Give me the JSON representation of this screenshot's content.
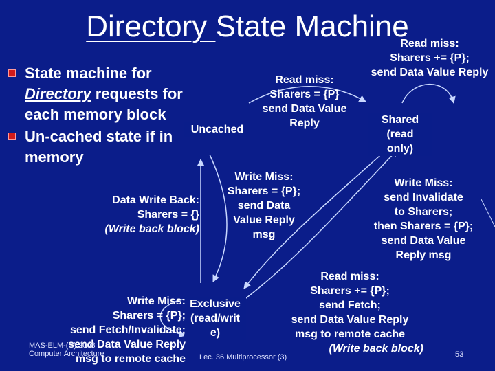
{
  "slide": {
    "title_part1": "Directory ",
    "title_part2": "State Machine",
    "page_number": "53",
    "footer_left_line1": "MAS-ELM-(C) 2008",
    "footer_left_line2": "Computer Architecture",
    "footer_center": "Lec. 36 Multiprocessor (3)"
  },
  "bullets": [
    {
      "pre": "State machine for ",
      "em": "Directory",
      "post": " requests for each memory block"
    },
    {
      "pre": "Un-cached state if in memory",
      "em": "",
      "post": ""
    }
  ],
  "states": {
    "uncached": "Uncached",
    "shared": [
      "Shared",
      "(read",
      "only)"
    ],
    "exclusive": [
      "Exclusive",
      "(read/writ",
      "e)"
    ]
  },
  "transitions": {
    "read_miss_self": [
      "Read miss:",
      "Sharers += {P};",
      "send Data Value Reply"
    ],
    "read_miss_uncached_to_shared": [
      "Read miss:",
      "Sharers = {P}",
      "send Data Value",
      "Reply"
    ],
    "write_miss_uncached_to_exclusive": [
      "Write Miss:",
      "Sharers = {P};",
      "send Data",
      "Value Reply",
      "msg"
    ],
    "data_write_back": [
      "Data Write Back:",
      "Sharers = {}",
      "(Write back block)"
    ],
    "write_miss_shared_to_exclusive": [
      "Write Miss:",
      "send Invalidate",
      "to Sharers;",
      "then Sharers = {P};",
      "send Data Value",
      "Reply msg"
    ],
    "write_miss_exclusive_self": [
      "Write Miss:",
      "Sharers = {P};",
      "send Fetch/Invalidate;",
      "send Data Value Reply",
      "msg to remote cache"
    ],
    "read_miss_exclusive_to_shared": [
      "Read miss:",
      "Sharers += {P};",
      "send Fetch;",
      "send Data Value Reply",
      "msg to remote cache",
      "(Write back block)"
    ]
  },
  "colors": {
    "background": "#0b1d8a",
    "text": "#ffffff",
    "bullet": "#d21a1a",
    "arrow": "#c9d8ff"
  }
}
